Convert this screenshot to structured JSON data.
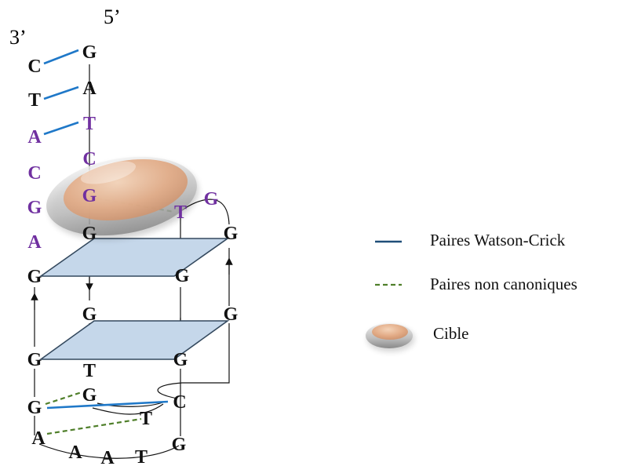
{
  "strand_ends": {
    "three_prime": "3’",
    "five_prime": "5’"
  },
  "bases": {
    "left_col": [
      "C",
      "T",
      "A",
      "C",
      "G",
      "A",
      "G",
      "G",
      "G",
      "A"
    ],
    "right_col": [
      "G",
      "A",
      "T",
      "C",
      "G",
      "G",
      "G",
      "T",
      "G"
    ],
    "loop_top": [
      "T",
      "G",
      "G",
      "G",
      "G"
    ],
    "bottom": [
      "C",
      "T",
      "G",
      "T",
      "A",
      "A"
    ]
  },
  "legend": {
    "watson_crick": "Paires Watson-Crick",
    "non_canonical": "Paires non canoniques",
    "target": "Cible"
  },
  "colors": {
    "black_base": "#111111",
    "purple_base": "#7030a0",
    "watson_crick_line": "#1f78c8",
    "non_canonical_line": "#4f7f2a",
    "tetrad_fill": "#c5d7ea",
    "tetrad_stroke": "#34495e",
    "target_fill": "#e6b48e"
  }
}
